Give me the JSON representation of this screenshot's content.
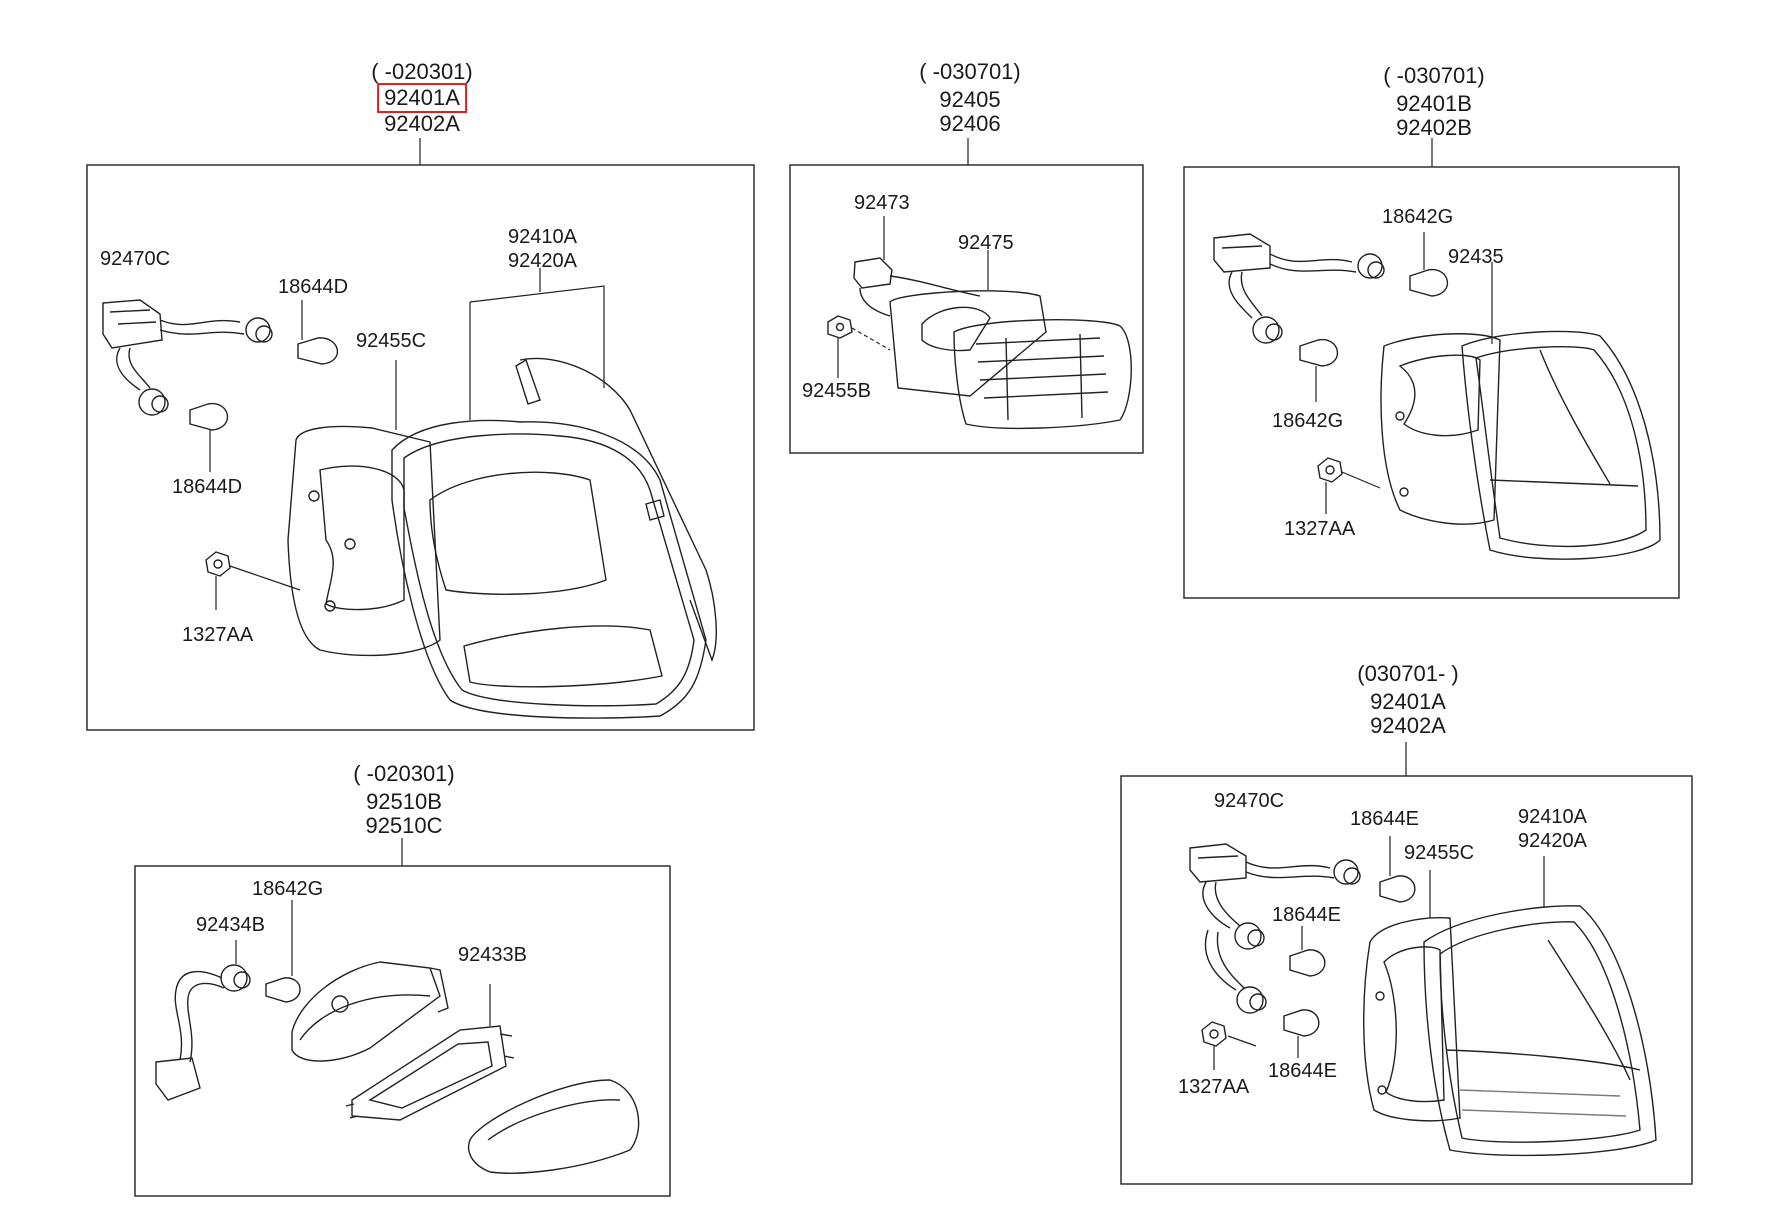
{
  "highlight_color": "#e02020",
  "panels": {
    "p1": {
      "date": "( -020301)",
      "codes": [
        "92401A",
        "92402A"
      ],
      "highlighted": "92401A",
      "parts": {
        "wiring": "92470C",
        "bulb_a": "18644D",
        "bulb_b": "18644D",
        "gasket": "92455C",
        "lens": [
          "92410A",
          "92420A"
        ],
        "nut": "1327AA"
      }
    },
    "p2": {
      "date": "( -030701)",
      "codes": [
        "92405",
        "92406"
      ],
      "parts": {
        "socket": "92473",
        "lamp": "92475",
        "screw": "92455B"
      }
    },
    "p3": {
      "date": "( -030701)",
      "codes": [
        "92401B",
        "92402B"
      ],
      "parts": {
        "bulb_a": "18642G",
        "housing": "92435",
        "bulb_b": "18642G",
        "nut": "1327AA"
      }
    },
    "p4": {
      "date": "( -020301)",
      "codes": [
        "92510B",
        "92510C"
      ],
      "parts": {
        "bulb": "18642G",
        "wiring": "92434B",
        "lens": "92433B"
      }
    },
    "p5": {
      "date": "(030701- )",
      "codes": [
        "92401A",
        "92402A"
      ],
      "parts": {
        "wiring": "92470C",
        "bulb_a": "18644E",
        "gasket": "92455C",
        "lens": [
          "92410A",
          "92420A"
        ],
        "bulb_b": "18644E",
        "bulb_c": "18644E",
        "nut": "1327AA"
      }
    }
  }
}
